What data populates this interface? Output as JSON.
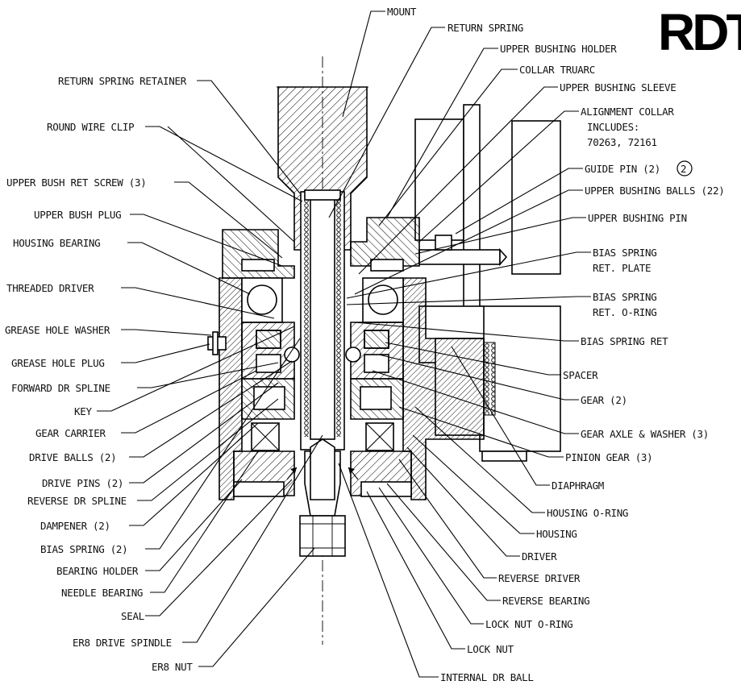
{
  "brand": "RDT",
  "guide_pin_circle": "2",
  "labels": {
    "mount": "MOUNT",
    "return_spring": "RETURN SPRING",
    "upper_bushing_holder": "UPPER BUSHING HOLDER",
    "collar_truarc": "COLLAR TRUARC",
    "upper_bushing_sleeve": "UPPER BUSHING SLEEVE",
    "alignment_collar_1": "ALIGNMENT COLLAR",
    "alignment_collar_2": "INCLUDES:",
    "alignment_collar_3": "70263, 72161",
    "guide_pin": "GUIDE PIN (2)",
    "upper_bushing_balls": "UPPER BUSHING BALLS (22)",
    "upper_bushing_pin": "UPPER BUSHING PIN",
    "bias_spring_ret_plate_1": "BIAS SPRING",
    "bias_spring_ret_plate_2": "RET. PLATE",
    "bias_spring_ret_oring_1": "BIAS SPRING",
    "bias_spring_ret_oring_2": "RET. O-RING",
    "bias_spring_ret": "BIAS SPRING RET",
    "spacer": "SPACER",
    "gear": "GEAR (2)",
    "gear_axle_washer": "GEAR AXLE & WASHER (3)",
    "pinion_gear": "PINION GEAR (3)",
    "diaphragm": "DIAPHRAGM",
    "housing_oring": "HOUSING O-RING",
    "housing": "HOUSING",
    "driver": "DRIVER",
    "reverse_driver": "REVERSE DRIVER",
    "reverse_bearing": "REVERSE BEARING",
    "lock_nut_oring": "LOCK NUT O-RING",
    "lock_nut": "LOCK NUT",
    "internal_dr_ball": "INTERNAL DR BALL",
    "return_spring_retainer": "RETURN SPRING RETAINER",
    "round_wire_clip": "ROUND WIRE CLIP",
    "upper_bush_ret_screw": "UPPER BUSH RET SCREW (3)",
    "upper_bush_plug": "UPPER BUSH PLUG",
    "housing_bearing": "HOUSING BEARING",
    "threaded_driver": "THREADED DRIVER",
    "grease_hole_washer": "GREASE HOLE WASHER",
    "grease_hole_plug": "GREASE HOLE PLUG",
    "forward_dr_spline": "FORWARD DR SPLINE",
    "key": "KEY",
    "gear_carrier": "GEAR CARRIER",
    "drive_balls": "DRIVE BALLS (2)",
    "drive_pins": "DRIVE PINS (2)",
    "reverse_dr_spline": "REVERSE DR SPLINE",
    "dampener": "DAMPENER (2)",
    "bias_spring": "BIAS SPRING (2)",
    "bearing_holder": "BEARING HOLDER",
    "needle_bearing": "NEEDLE BEARING",
    "seal": "SEAL",
    "er8_drive_spindle": "ER8 DRIVE SPINDLE",
    "er8_nut": "ER8 NUT"
  }
}
